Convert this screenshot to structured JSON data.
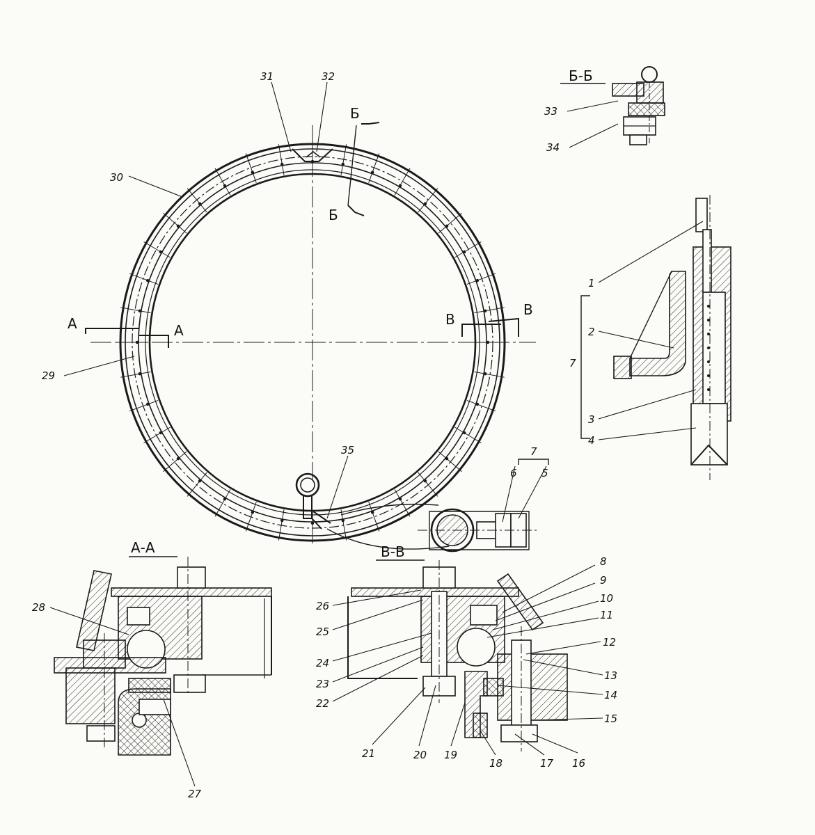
{
  "labels": {
    "l1": "1",
    "l2": "2",
    "l3": "3",
    "l4": "4",
    "l5": "5",
    "l6": "6",
    "l7a": "7",
    "l7b": "7",
    "l8": "8",
    "l9": "9",
    "l10": "10",
    "l11": "11",
    "l12": "12",
    "l13": "13",
    "l14": "14",
    "l15": "15",
    "l16": "16",
    "l17": "17",
    "l18": "18",
    "l19": "19",
    "l20": "20",
    "l21": "21",
    "l22": "22",
    "l23": "23",
    "l24": "24",
    "l25": "25",
    "l26": "26",
    "l27": "27",
    "l28": "28",
    "l29": "29",
    "l30": "30",
    "l31": "31",
    "l32": "32",
    "l33": "33",
    "l34": "34",
    "l35": "35"
  },
  "sections": {
    "aa_title": "А-А",
    "vv_title": "В-В",
    "bb_title": "Б-Б",
    "a_left": "А",
    "a_right": "А",
    "v_left": "В",
    "v_right": "В",
    "b_top": "Б",
    "b_bottom": "Б"
  }
}
